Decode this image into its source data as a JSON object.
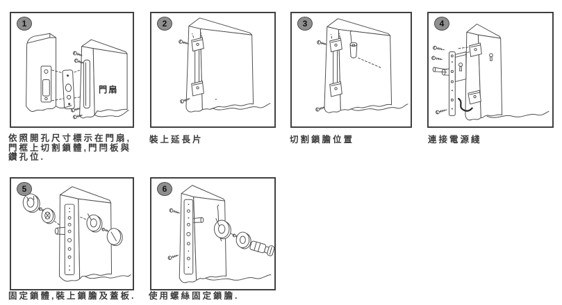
{
  "page": {
    "type": "lock-installation-instruction-sheet",
    "background_color": "#ffffff",
    "line_color": "#4a4a4a",
    "badge_color": "#8f8f8f",
    "caption_color": "#3b3b3b"
  },
  "steps": [
    {
      "number": "1",
      "caption": "依照開孔尺寸標示在門扇,門框上切割鎖體,門閂板與鑽孔位.",
      "door_label": "門扇"
    },
    {
      "number": "2",
      "caption": "裝上延長片"
    },
    {
      "number": "3",
      "caption": "切割鎖膽位置"
    },
    {
      "number": "4",
      "caption": "連接電源綫"
    },
    {
      "number": "5",
      "caption": "固定鎖體,裝上鎖膽及蓋板."
    },
    {
      "number": "6",
      "caption": "使用螺絲固定鎖膽."
    }
  ]
}
